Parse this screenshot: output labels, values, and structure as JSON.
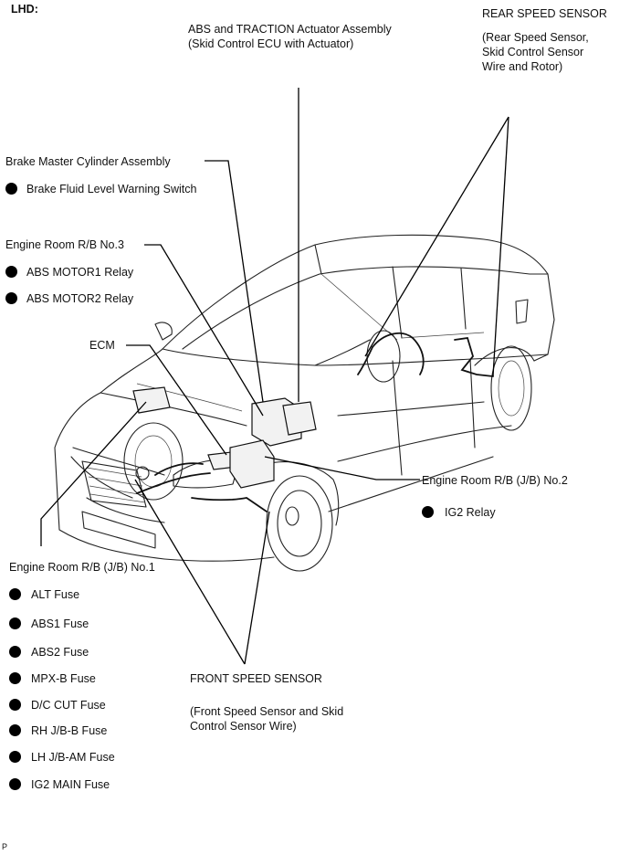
{
  "header": {
    "code": "LHD:"
  },
  "footer": {
    "code": "P"
  },
  "labels": {
    "actuator": {
      "title": "ABS and TRACTION Actuator Assembly",
      "sub": "(Skid Control ECU with Actuator)"
    },
    "rear_sensor": {
      "title": "REAR SPEED SENSOR",
      "sub1": "(Rear Speed Sensor,",
      "sub2": "Skid Control Sensor",
      "sub3": "Wire and Rotor)"
    },
    "master_cyl": {
      "title": "Brake Master Cylinder Assembly",
      "items": [
        "Brake Fluid Level Warning Switch"
      ]
    },
    "rb3": {
      "title": "Engine Room R/B No.3",
      "items": [
        "ABS MOTOR1 Relay",
        "ABS MOTOR2 Relay"
      ]
    },
    "ecm": {
      "title": "ECM"
    },
    "rb2": {
      "title": "Engine Room R/B (J/B) No.2",
      "items": [
        "IG2 Relay"
      ]
    },
    "rb1": {
      "title": "Engine Room R/B (J/B) No.1",
      "items": [
        "ALT Fuse",
        "ABS1 Fuse",
        "ABS2 Fuse",
        "MPX-B Fuse",
        "D/C CUT Fuse",
        "RH J/B-B Fuse",
        "LH J/B-AM Fuse",
        "IG2 MAIN Fuse"
      ]
    },
    "front_sensor": {
      "title": "FRONT SPEED SENSOR",
      "sub1": "(Front Speed Sensor and Skid",
      "sub2": "Control Sensor Wire)"
    }
  }
}
